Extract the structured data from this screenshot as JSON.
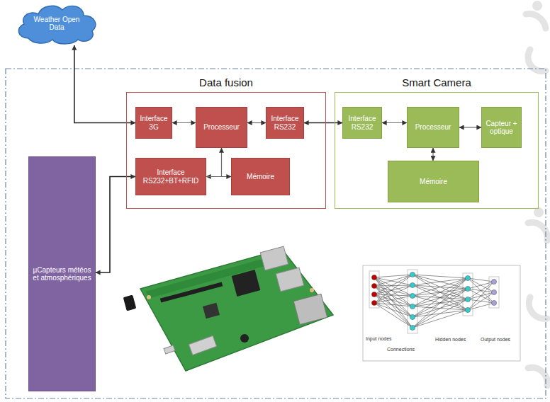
{
  "diagram": {
    "nodes": [
      {
        "text": [
          "Weather Open Data"
        ]
      },
      {
        "text": [
          "Data fusion"
        ]
      },
      {
        "text": [
          "Interface 3G"
        ],
        "in": 1
      },
      {
        "text": [
          "Processeur"
        ],
        "in": 1
      },
      {
        "text": [
          "Interface RS232"
        ],
        "in": 1
      },
      {
        "text": [
          "Interface RS232+BT+RFID"
        ],
        "in": 1
      },
      {
        "text": [
          "Mémoire"
        ],
        "in": 1
      },
      {
        "text": [
          "Smart Camera"
        ]
      },
      {
        "text": [
          "Interface RS232"
        ],
        "in": 7
      },
      {
        "text": [
          "Processeur"
        ],
        "in": 7
      },
      {
        "text": [
          "Capteur + optique"
        ],
        "in": 7
      },
      {
        "text": [
          "Mémoire"
        ],
        "in": 7
      },
      {
        "text": [
          "µCapteurs météos et atmosphériques"
        ]
      }
    ],
    "edges": [
      {
        "from": 2,
        "to": 0,
        "arrow": "both"
      },
      {
        "from": 2,
        "to": 3,
        "arrow": "both"
      },
      {
        "from": 3,
        "to": 4,
        "arrow": "both"
      },
      {
        "from": 4,
        "to": 8,
        "arrow": "both"
      },
      {
        "from": 5,
        "to": 6,
        "arrow": "both"
      },
      {
        "from": 5,
        "to": 3,
        "arrow": "to"
      },
      {
        "from": 8,
        "to": 9,
        "arrow": "both"
      },
      {
        "from": 9,
        "to": 10,
        "arrow": "both"
      },
      {
        "from": 9,
        "to": 11,
        "arrow": "both"
      },
      {
        "from": 12,
        "to": 5,
        "arrow": "both"
      }
    ],
    "labels": [
      "Input nodes",
      "Connections",
      "Hidden nodes",
      "Output nodes"
    ]
  }
}
